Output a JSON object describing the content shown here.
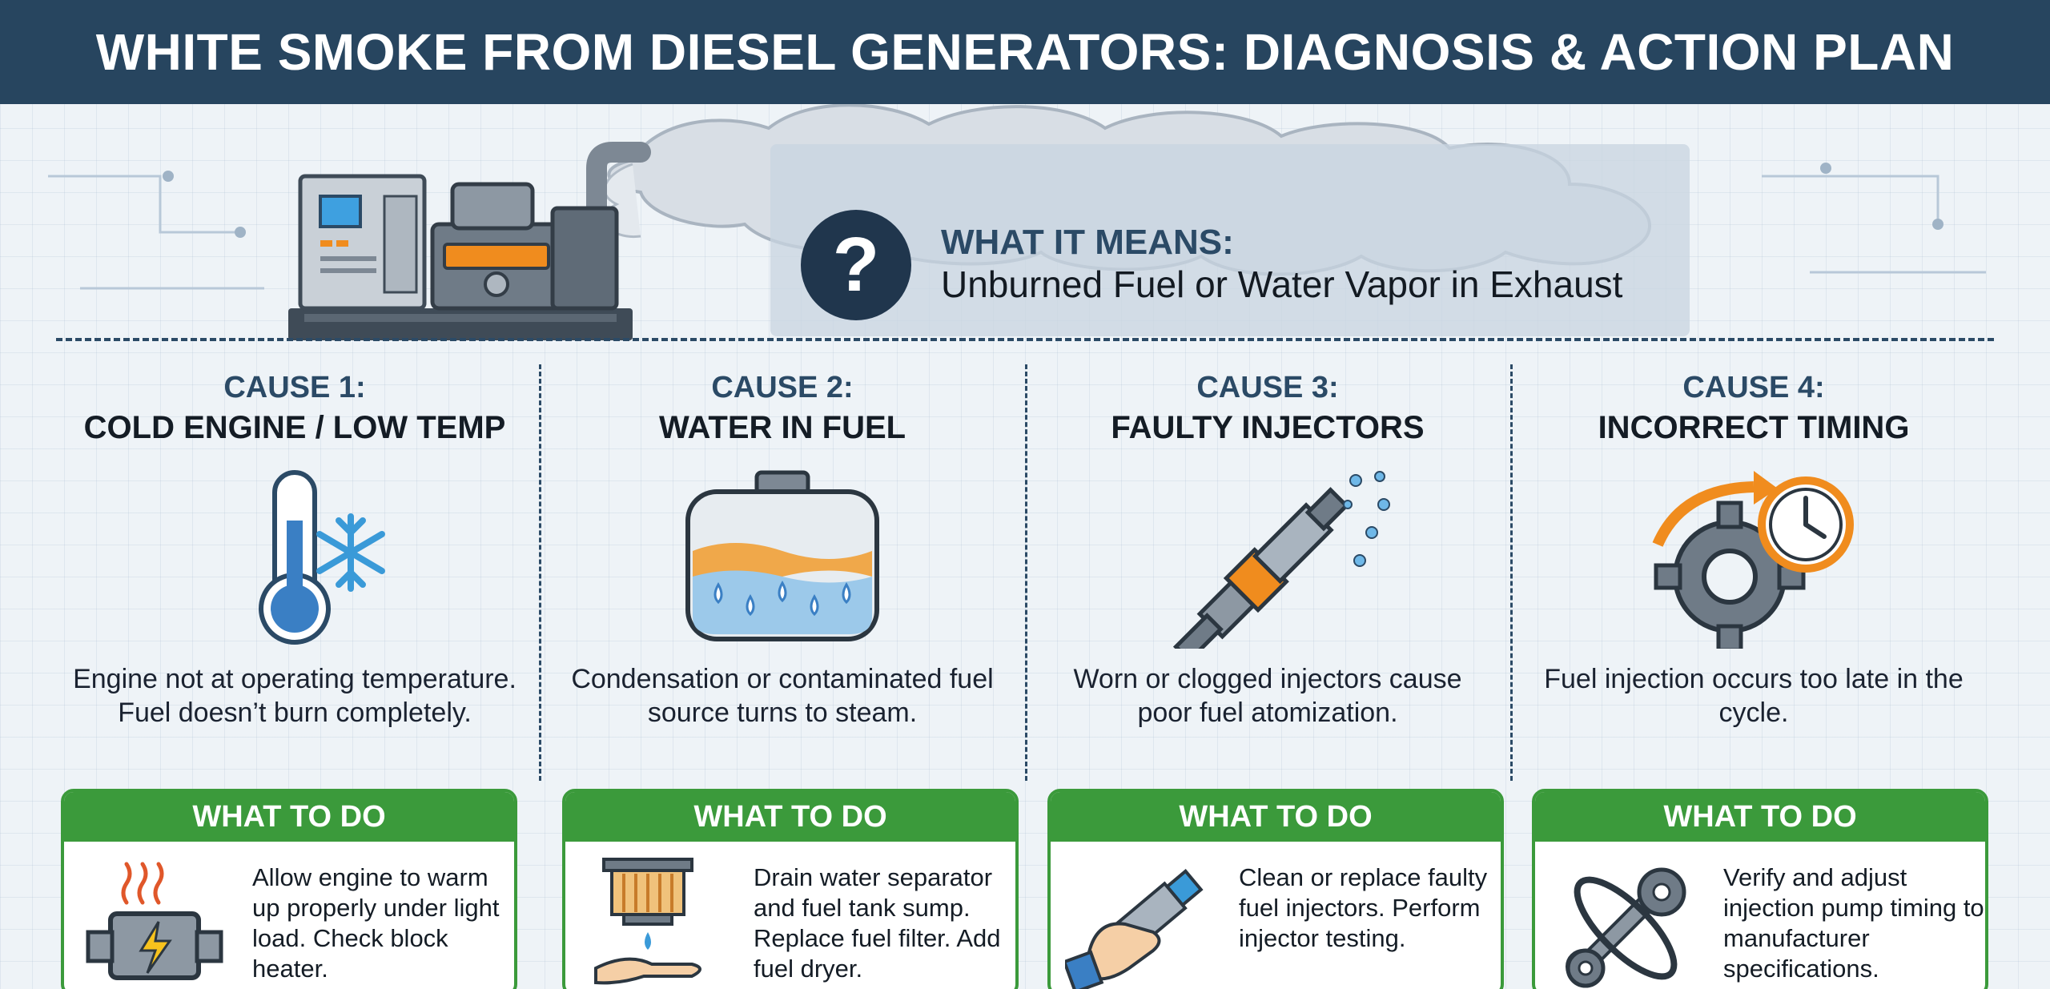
{
  "header": {
    "title": "WHITE SMOKE FROM DIESEL GENERATORS: DIAGNOSIS & ACTION PLAN"
  },
  "meaning": {
    "title": "WHAT IT MEANS:",
    "text": "Unburned Fuel or Water Vapor in Exhaust",
    "badge": "?"
  },
  "colors": {
    "header": "#27455f",
    "accent_green": "#3b9a3b",
    "accent_orange": "#f08c1e",
    "water_blue": "#8fc3e8",
    "navy": "#20364d"
  },
  "causes": [
    {
      "num": "CAUSE 1:",
      "title": "COLD ENGINE / LOW TEMP",
      "icon": "thermometer-snowflake-icon",
      "desc": "Engine not at operating temperature. Fuel doesn’t burn completely.",
      "todo_label": "WHAT TO DO",
      "todo_icon": "engine-heat-icon",
      "todo_text": "Allow engine to warm up properly under light load. Check block heater."
    },
    {
      "num": "CAUSE 2:",
      "title": "WATER IN FUEL",
      "icon": "fuel-tank-water-icon",
      "desc": "Condensation or contaminated fuel source turns to steam.",
      "todo_label": "WHAT TO DO",
      "todo_icon": "fuel-filter-icon",
      "todo_text": "Drain water separator and fuel tank sump. Replace fuel filter. Add fuel dryer."
    },
    {
      "num": "CAUSE 3:",
      "title": "FAULTY INJECTORS",
      "icon": "injector-spray-icon",
      "desc": "Worn or clogged injectors cause poor fuel atomization.",
      "todo_label": "WHAT TO DO",
      "todo_icon": "hand-injector-icon",
      "todo_text": "Clean or replace faulty fuel injectors. Perform injector testing."
    },
    {
      "num": "CAUSE 4:",
      "title": "INCORRECT TIMING",
      "icon": "gear-clock-icon",
      "desc": "Fuel injection occurs too late in the cycle.",
      "todo_label": "WHAT TO DO",
      "todo_icon": "wrench-timing-belt-icon",
      "todo_text": "Verify and adjust injection pump timing to manufacturer specifications."
    }
  ]
}
